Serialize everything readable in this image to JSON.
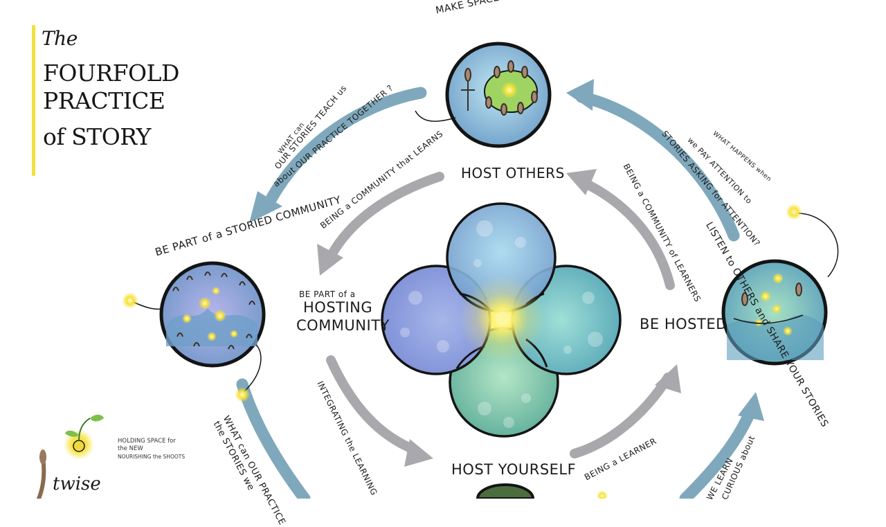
{
  "title": {
    "line1": "The",
    "line2": "FOURFOLD",
    "line3": "PRACTICE",
    "line4": "of STORY"
  },
  "outer_labels": {
    "top": "MAKE SPACES to HOST STORIES that MATTER",
    "left": "BE PART of a STORIED COMMUNITY",
    "right": "LISTEN to OTHERS and SHARE YOUR STORIES"
  },
  "inner_labels": {
    "host_others": "HOST OTHERS",
    "hosting_community_1": "BE PART of a",
    "hosting_community_2": "HOSTING",
    "hosting_community_3": "COMMUNITY",
    "be_hosted": "BE HOSTED",
    "host_yourself": "HOST YOURSELF"
  },
  "arrow_labels": {
    "community_learns": "BEING a COMMUNITY that LEARNS",
    "community_learners": "BEING a COMMUNITY of LEARNERS",
    "integrating": "INTEGRATING the LEARNING",
    "learner": "BEING a LEARNER"
  },
  "question_labels": {
    "top_left_1": "WHAT can",
    "top_left_2": "OUR STORIES TEACH us",
    "top_left_3": "about OUR PRACTICE TOGETHER ?",
    "top_right_1": "WHAT HAPPENS when",
    "top_right_2": "we PAY ATTENTION to",
    "top_right_3": "STORIES ASKING for ATTENTION?",
    "bottom_left_1": "WHAT can OUR PRACTICE",
    "bottom_left_2": "the STORIES we",
    "bottom_right_1": "WE LEARN",
    "bottom_right_2": "CURIOUS about"
  },
  "footer": {
    "tagline_1": "HOLDING SPACE for",
    "tagline_2": "the NEW",
    "tagline_3": "NOURISHING the SHOOTS",
    "signature": "twise"
  },
  "colors": {
    "title_bar": "#f1e13a",
    "outer_arrow": "#7fa8bc",
    "inner_arrow": "#a9a9ad",
    "circle_blue": "#8ba6dc",
    "circle_teal": "#6fb6be",
    "circle_green": "#7fc4a4",
    "glow": "#fff26b"
  }
}
